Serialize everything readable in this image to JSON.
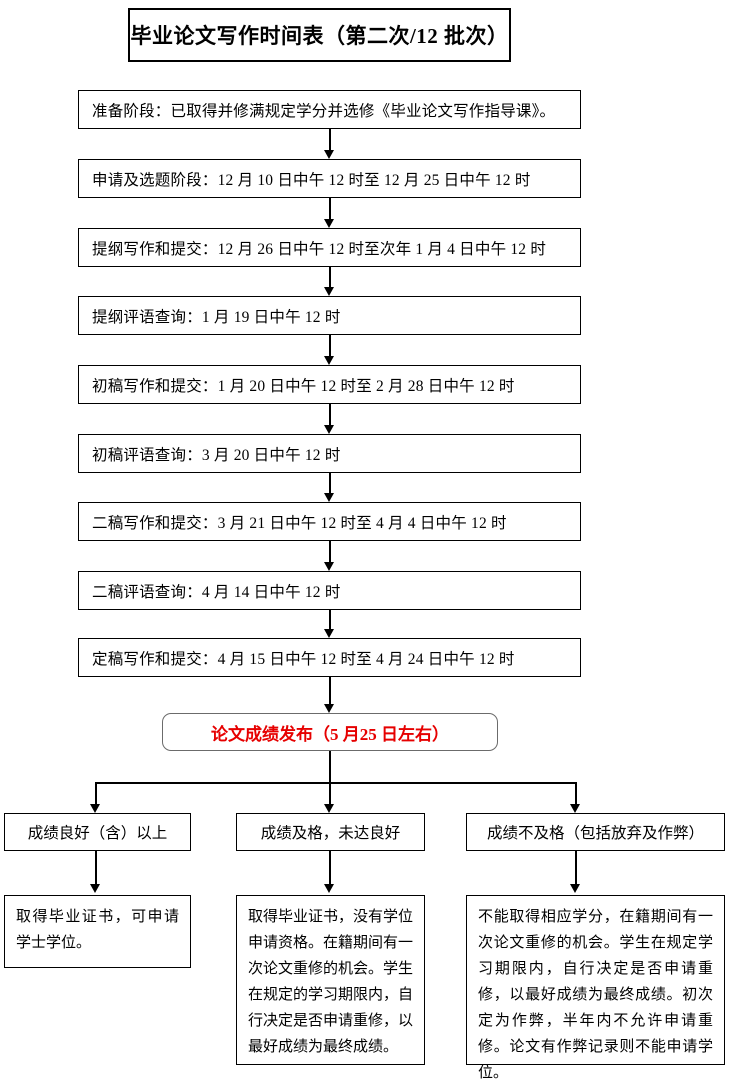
{
  "document": {
    "title": "毕业论文写作时间表（第二次/12 批次）",
    "type": "flowchart"
  },
  "stages": [
    {
      "id": "prepare",
      "text": "准备阶段：已取得并修满规定学分并选修《毕业论文写作指导课》。"
    },
    {
      "id": "apply-topic",
      "text": "申请及选题阶段：12 月 10 日中午 12 时至 12 月 25 日中午 12 时"
    },
    {
      "id": "outline-submit",
      "text": "提纲写作和提交：12 月 26 日中午 12 时至次年 1 月 4 日中午 12 时"
    },
    {
      "id": "outline-review",
      "text": "提纲评语查询：1 月 19 日中午 12 时"
    },
    {
      "id": "draft1-submit",
      "text": "初稿写作和提交：1 月 20 日中午 12 时至 2 月 28 日中午 12 时"
    },
    {
      "id": "draft1-review",
      "text": "初稿评语查询：3 月 20 日中午 12 时"
    },
    {
      "id": "draft2-submit",
      "text": "二稿写作和提交：3 月 21 日中午 12 时至 4 月 4 日中午 12 时"
    },
    {
      "id": "draft2-review",
      "text": "二稿评语查询：4 月 14 日中午 12 时"
    },
    {
      "id": "final-submit",
      "text": "定稿写作和提交：4 月 15 日中午 12 时至 4 月 24 日中午 12 时"
    }
  ],
  "publish": {
    "text": "论文成绩发布（5 月25 日左右）",
    "color": "#e60000"
  },
  "outcomes": [
    {
      "id": "good",
      "label": "成绩良好（含）以上"
    },
    {
      "id": "pass",
      "label": "成绩及格，未达良好"
    },
    {
      "id": "fail",
      "label": "成绩不及格（包括放弃及作弊）"
    }
  ],
  "details": [
    {
      "id": "good-detail",
      "text": "取得毕业证书，可申请学士学位。"
    },
    {
      "id": "pass-detail",
      "text": "取得毕业证书，没有学位申请资格。在籍期间有一次论文重修的机会。学生在规定的学习期限内，自行决定是否申请重修，以最好成绩为最终成绩。"
    },
    {
      "id": "fail-detail",
      "text": "不能取得相应学分，在籍期间有一次论文重修的机会。学生在规定学习期限内，自行决定是否申请重修，以最好成绩为最终成绩。初次定为作弊，半年内不允许申请重修。论文有作弊记录则不能申请学位。"
    }
  ]
}
